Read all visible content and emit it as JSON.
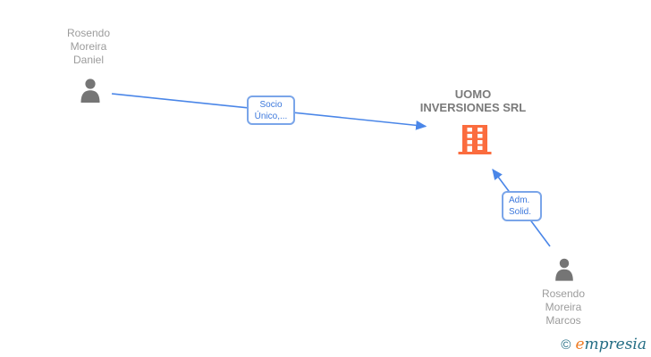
{
  "nodes": {
    "shareholder": {
      "type": "person",
      "full_name": "Rosendo Moreira Daniel",
      "lines": [
        "Rosendo",
        "Moreira",
        "Daniel"
      ]
    },
    "company": {
      "type": "company",
      "full_name": "UOMO INVERSIONES SRL",
      "lines": [
        "UOMO",
        "INVERSIONES SRL"
      ]
    },
    "administrator": {
      "type": "person",
      "full_name": "Rosendo Moreira Marcos",
      "lines": [
        "Rosendo",
        "Moreira",
        "Marcos"
      ]
    }
  },
  "edges": [
    {
      "from": "Rosendo Moreira Daniel",
      "to": "UOMO INVERSIONES SRL",
      "label_lines": [
        "Socio",
        "Único,..."
      ]
    },
    {
      "from": "Rosendo Moreira Marcos",
      "to": "UOMO INVERSIONES SRL",
      "label_lines": [
        "Adm.",
        "Solid."
      ]
    }
  ],
  "watermark": {
    "copyright": "©",
    "brand_initial": "e",
    "brand_rest": "mpresia"
  },
  "colors": {
    "edge_blue": "#4a86e8",
    "edge_label_border": "#7aa5e9",
    "edge_label_text": "#3c78dc",
    "person_icon_gray": "#757575",
    "person_name_gray": "#9c9c9c",
    "company_name_gray": "#7a7a7a",
    "building_orange": "#fb6c3e",
    "watermark_teal": "#256e85",
    "watermark_orange": "#ef7d26"
  }
}
